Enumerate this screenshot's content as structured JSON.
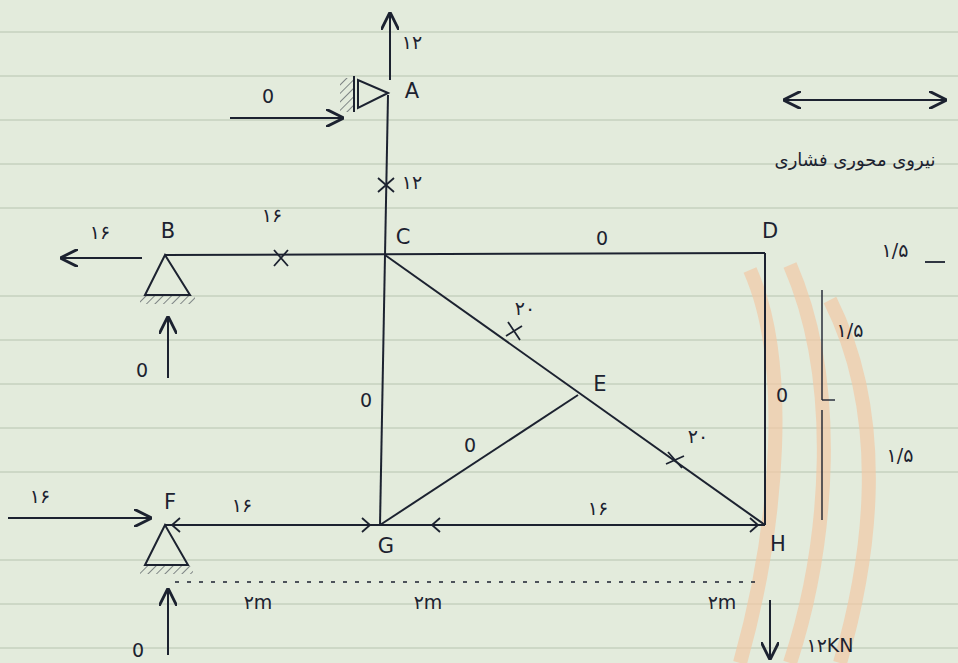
{
  "diagram": {
    "labels": [
      "۱۲",
      "0",
      "A",
      "۱۲",
      "نیروی محوری فشاری",
      "۱۶",
      "B",
      "۱۶",
      "C",
      "0",
      "D",
      "۱/۵",
      "۱/۵",
      "۲۰",
      "0",
      "E",
      "0",
      "0",
      "0",
      "۲۰",
      "۱/۵",
      "۱۶",
      "F",
      "۱۶",
      "G",
      "۱۶",
      "H",
      "۲m",
      "۲m",
      "۲m",
      "0",
      "۱۲KN"
    ]
  }
}
